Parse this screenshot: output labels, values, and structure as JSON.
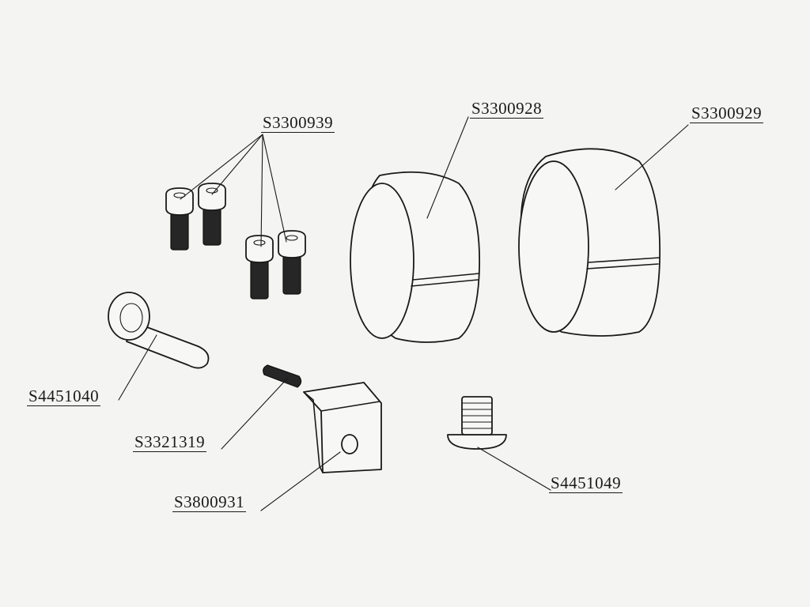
{
  "labels": {
    "cap_screws": "S3300939",
    "ring_small": "S3300928",
    "ring_large": "S3300929",
    "long_bolt": "S4451040",
    "set_screw": "S3321319",
    "block": "S3800931",
    "flat_screw": "S4451049"
  }
}
